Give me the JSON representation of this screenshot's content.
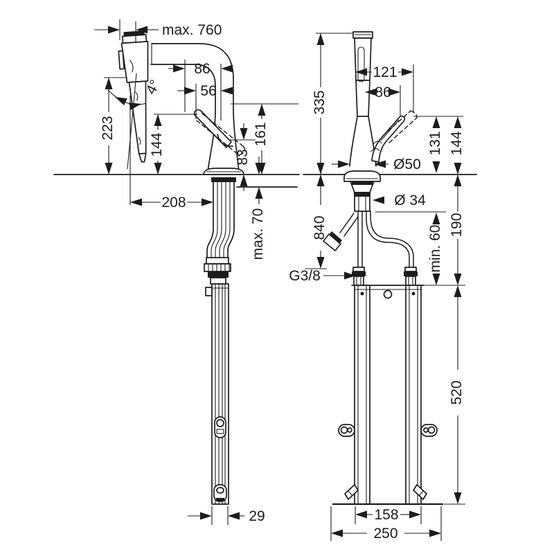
{
  "drawing": {
    "colors": {
      "ink": "#1c1c1c",
      "background": "#ffffff"
    },
    "labels": {
      "max760": "max. 760",
      "dim86_left": "86",
      "dim56": "56",
      "angle4": "4°",
      "dim223": "223",
      "dim144_left": "144",
      "dim161": "161",
      "dim83": "83",
      "dim208": "208",
      "max70": "max. 70",
      "dim29": "29",
      "g38": "G3/8",
      "dim335": "335",
      "dim121": "121",
      "dim86_right": "86",
      "dia50": "Ø50",
      "dim131": "131",
      "dim144_right": "144",
      "dia34": "Ø 34",
      "dim840": "840",
      "min60": "min. 60",
      "dim190": "190",
      "dim520": "520",
      "dim158": "158",
      "dim250": "250"
    }
  }
}
